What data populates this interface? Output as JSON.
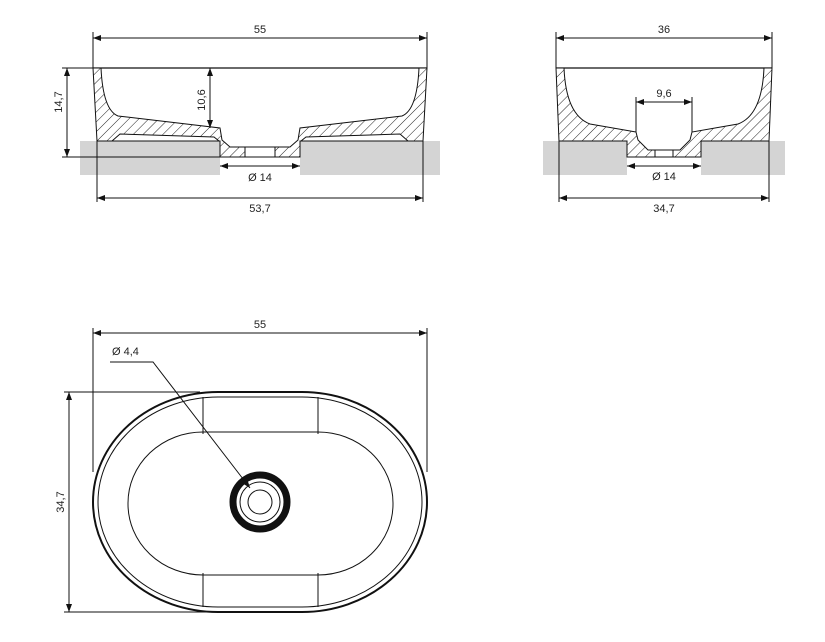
{
  "front_view": {
    "width_top": "55",
    "height_total": "14,7",
    "depth_inner": "10,6",
    "drain_diameter": "Ø 14",
    "width_bottom": "53,7"
  },
  "side_view": {
    "width_top": "36",
    "drain_top": "9,6",
    "drain_diameter": "Ø 14",
    "width_bottom": "34,7"
  },
  "top_view": {
    "width": "55",
    "depth": "34,7",
    "overflow_diameter": "Ø 4,4"
  },
  "colors": {
    "line": "#111111",
    "countertop": "#d4d4d4"
  }
}
